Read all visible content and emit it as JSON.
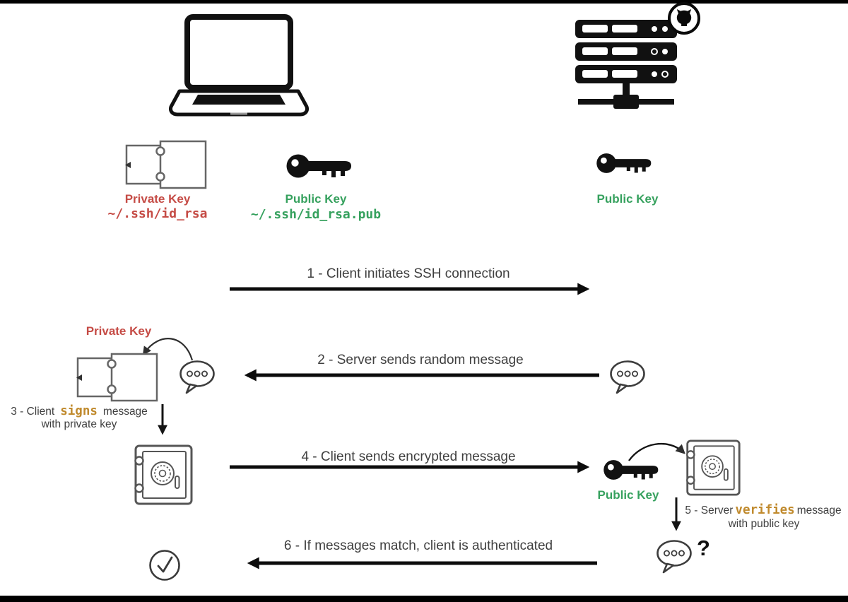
{
  "colors": {
    "private_red": "#c54b45",
    "public_green": "#36a15e",
    "highlight_gold": "#c08a2d",
    "arrow_black": "#0c0c0c",
    "step_gray": "#3f3f3f",
    "outline_gray": "#555555"
  },
  "keys": {
    "private_key_label": "Private Key",
    "private_key_path": "~/.ssh/id_rsa",
    "public_key_label": "Public Key",
    "public_key_path": "~/.ssh/id_rsa.pub"
  },
  "steps": {
    "s1": "1 - Client initiates SSH connection",
    "s2": "2 - Server sends random message",
    "s3_pre": "3 - Client",
    "s3_hl": "signs",
    "s3_post": "message",
    "s3_line2": "with private key",
    "s4": "4 - Client sends encrypted message",
    "s5_pre": "5 - Server",
    "s5_hl": "verifies",
    "s5_post": "message",
    "s5_line2": "with public key",
    "s6": "6 - If messages match, client is authenticated"
  },
  "annotations": {
    "question_mark": "?"
  },
  "icons": {
    "laptop-icon": "client laptop",
    "server-icon": "server rack",
    "github-octocat-icon": "GitHub badge",
    "key-icon": "key silhouette",
    "private-key-file-icon": "private key file",
    "safe-icon": "encrypted message safe",
    "speech-bubble-icon": "random message bubble",
    "check-circle-icon": "authenticated check"
  }
}
